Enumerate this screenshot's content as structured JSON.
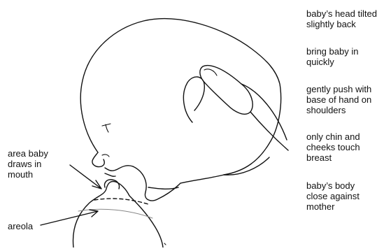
{
  "notes": [
    "baby’s head tilted\nslightly back",
    "bring baby in\nquickly",
    "gently push with\nbase of hand on\nshoulders",
    "only chin and\ncheeks touch\nbreast",
    "baby’s body\nclose against\nmother"
  ],
  "labels": {
    "draw_area": "area baby\ndraws in\nmouth",
    "areola": "areola"
  },
  "colors": {
    "line": "#111111",
    "background": "#ffffff",
    "areola_line": "#888888"
  }
}
